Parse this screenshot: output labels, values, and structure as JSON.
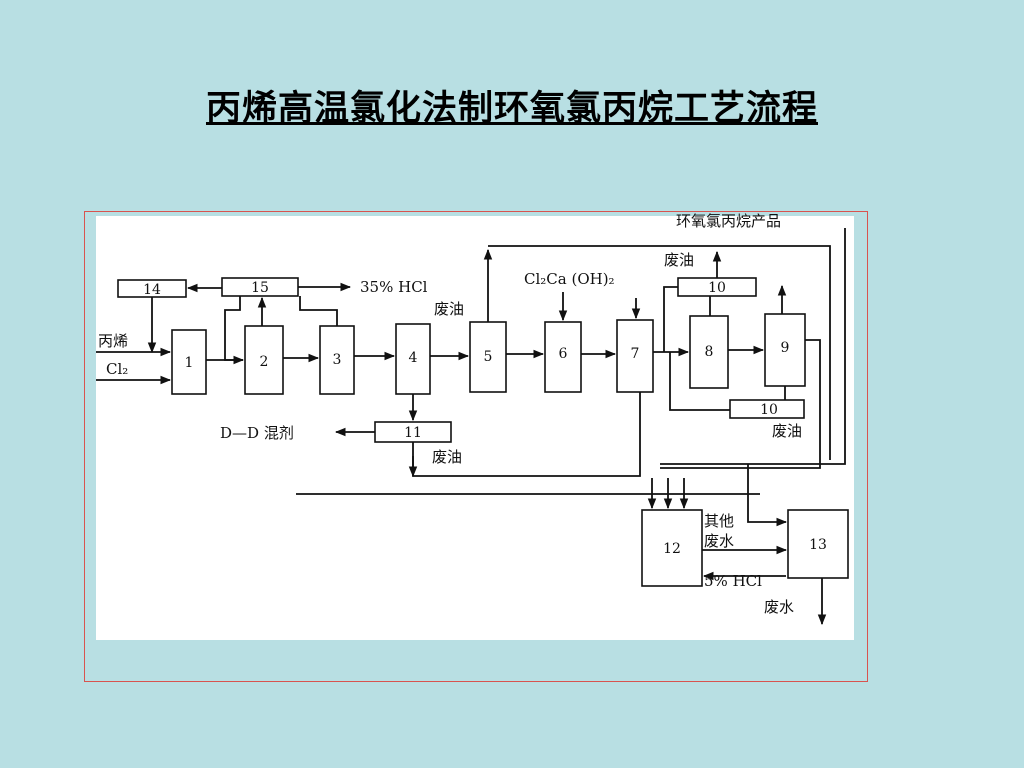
{
  "title": "丙烯高温氯化法制环氧氯丙烷工艺流程",
  "units": [
    "1",
    "2",
    "3",
    "4",
    "5",
    "6",
    "7",
    "8",
    "9",
    "10",
    "10",
    "11",
    "12",
    "13",
    "14",
    "15"
  ],
  "labels": {
    "propylene": "丙烯",
    "chlorine": "Cl₂",
    "hcl35": "35% HCl",
    "waste_oil_5": "废油",
    "lime": "Cl₂Ca (OH)₂",
    "product": "环氧氯丙烷产品",
    "waste_oil_top": "废油",
    "dd_mix": "D—D 混剂",
    "waste_oil_11": "废油",
    "waste_oil_10b": "废油",
    "other": "其他",
    "waste_water_in": "废水",
    "hcl5": "5% HCl",
    "waste_water_out": "废水"
  }
}
